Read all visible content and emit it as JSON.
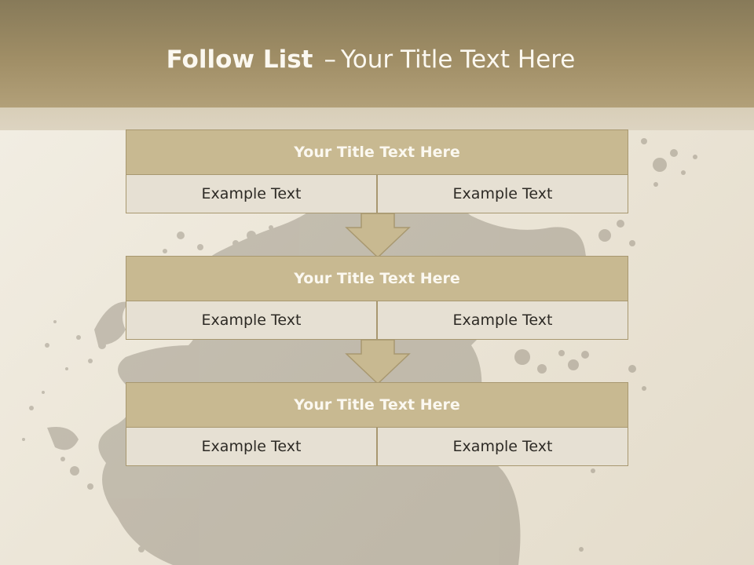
{
  "slide": {
    "title_bold": "Follow List",
    "title_dash": "–",
    "title_rest": "Your Title Text Here"
  },
  "blocks": [
    {
      "title": "Your Title Text Here",
      "left": "Example Text",
      "right": "Example Text"
    },
    {
      "title": "Your Title Text Here",
      "left": "Example Text",
      "right": "Example Text"
    },
    {
      "title": "Your Title Text Here",
      "left": "Example Text",
      "right": "Example Text"
    }
  ],
  "colors": {
    "header": "#a08e66",
    "block_title": "#c8b991",
    "cell": "#e6e0d3",
    "border": "#a89870",
    "background": "#f3efe5",
    "splash": "#6b6254"
  }
}
